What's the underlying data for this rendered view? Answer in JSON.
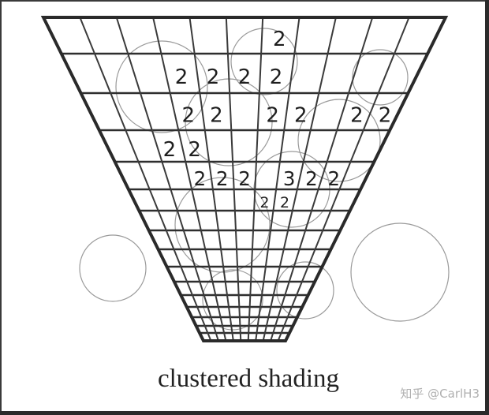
{
  "figure": {
    "caption": "clustered shading",
    "watermark": "知乎 @CarlH3",
    "cells": [
      {
        "value": "2",
        "col": 6,
        "row": 0
      },
      {
        "value": "2",
        "col": 3,
        "row": 1
      },
      {
        "value": "2",
        "col": 4,
        "row": 1
      },
      {
        "value": "2",
        "col": 5,
        "row": 1
      },
      {
        "value": "2",
        "col": 6,
        "row": 1
      },
      {
        "value": "2",
        "col": 3,
        "row": 2
      },
      {
        "value": "2",
        "col": 4,
        "row": 2
      },
      {
        "value": "2",
        "col": 6,
        "row": 2
      },
      {
        "value": "2",
        "col": 7,
        "row": 2
      },
      {
        "value": "2",
        "col": 9,
        "row": 2
      },
      {
        "value": "2",
        "col": 10,
        "row": 2
      },
      {
        "value": "2",
        "col": 2,
        "row": 3
      },
      {
        "value": "2",
        "col": 3,
        "row": 3
      },
      {
        "value": "2",
        "col": 3,
        "row": 4
      },
      {
        "value": "2",
        "col": 4,
        "row": 4
      },
      {
        "value": "2",
        "col": 5,
        "row": 4
      },
      {
        "value": "3",
        "col": 7,
        "row": 4
      },
      {
        "value": "2",
        "col": 8,
        "row": 4
      },
      {
        "value": "2",
        "col": 9,
        "row": 4
      },
      {
        "value": "2",
        "col": 6,
        "row": 5
      },
      {
        "value": "2",
        "col": 7,
        "row": 5
      }
    ]
  }
}
